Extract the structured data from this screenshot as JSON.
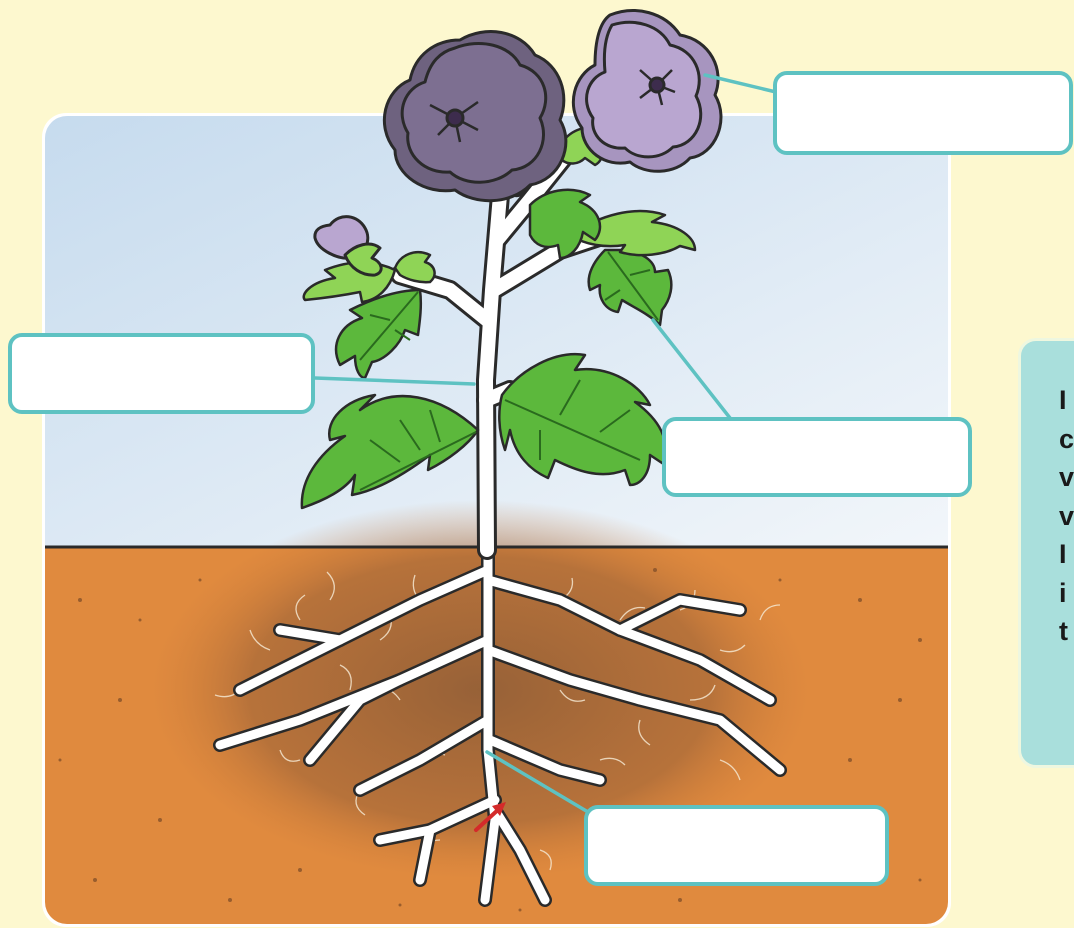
{
  "labels": {
    "flower": "",
    "stem": "",
    "leaf": "",
    "root": ""
  },
  "side_panel": {
    "visible_letters": [
      "I",
      "c",
      "v",
      "v",
      "I",
      "i",
      "t"
    ]
  },
  "colors": {
    "page_background": "#fdf8cf",
    "sky": "#cfe1ef",
    "soil": "#e48a3c",
    "soil_dark": "#8c5a32",
    "stem_root": "#ffffff",
    "outline": "#2a2a2a",
    "leaf": "#5cb83c",
    "leaf_light": "#8fd456",
    "flower_dark": "#7c6e8f",
    "flower_light": "#b9a6d0",
    "label_border": "#5ec2c2",
    "leader_line": "#5ec2c2",
    "side_panel": "#a9dfdc",
    "arrow": "#d42a2a"
  }
}
